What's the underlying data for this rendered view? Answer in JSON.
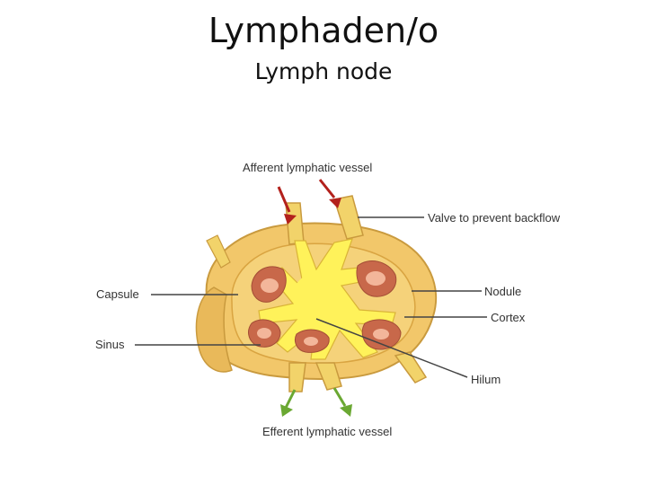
{
  "slide": {
    "title": "Lymphaden/o",
    "subtitle": "Lymph node"
  },
  "diagram": {
    "labels": {
      "afferent": "Afferent lymphatic vessel",
      "valve": "Valve to prevent backflow",
      "capsule": "Capsule",
      "nodule": "Nodule",
      "cortex": "Cortex",
      "sinus": "Sinus",
      "hilum": "Hilum",
      "efferent": "Efferent lymphatic vessel"
    },
    "colors": {
      "capsule": "#f2c76a",
      "capsule_dark": "#d9a441",
      "medulla": "#fff25a",
      "nodule": "#c8684a",
      "nodule_inner": "#f3b69a",
      "afferent_arrow": "#b3211c",
      "efferent_arrow": "#6aa832",
      "leader": "#444444"
    }
  }
}
